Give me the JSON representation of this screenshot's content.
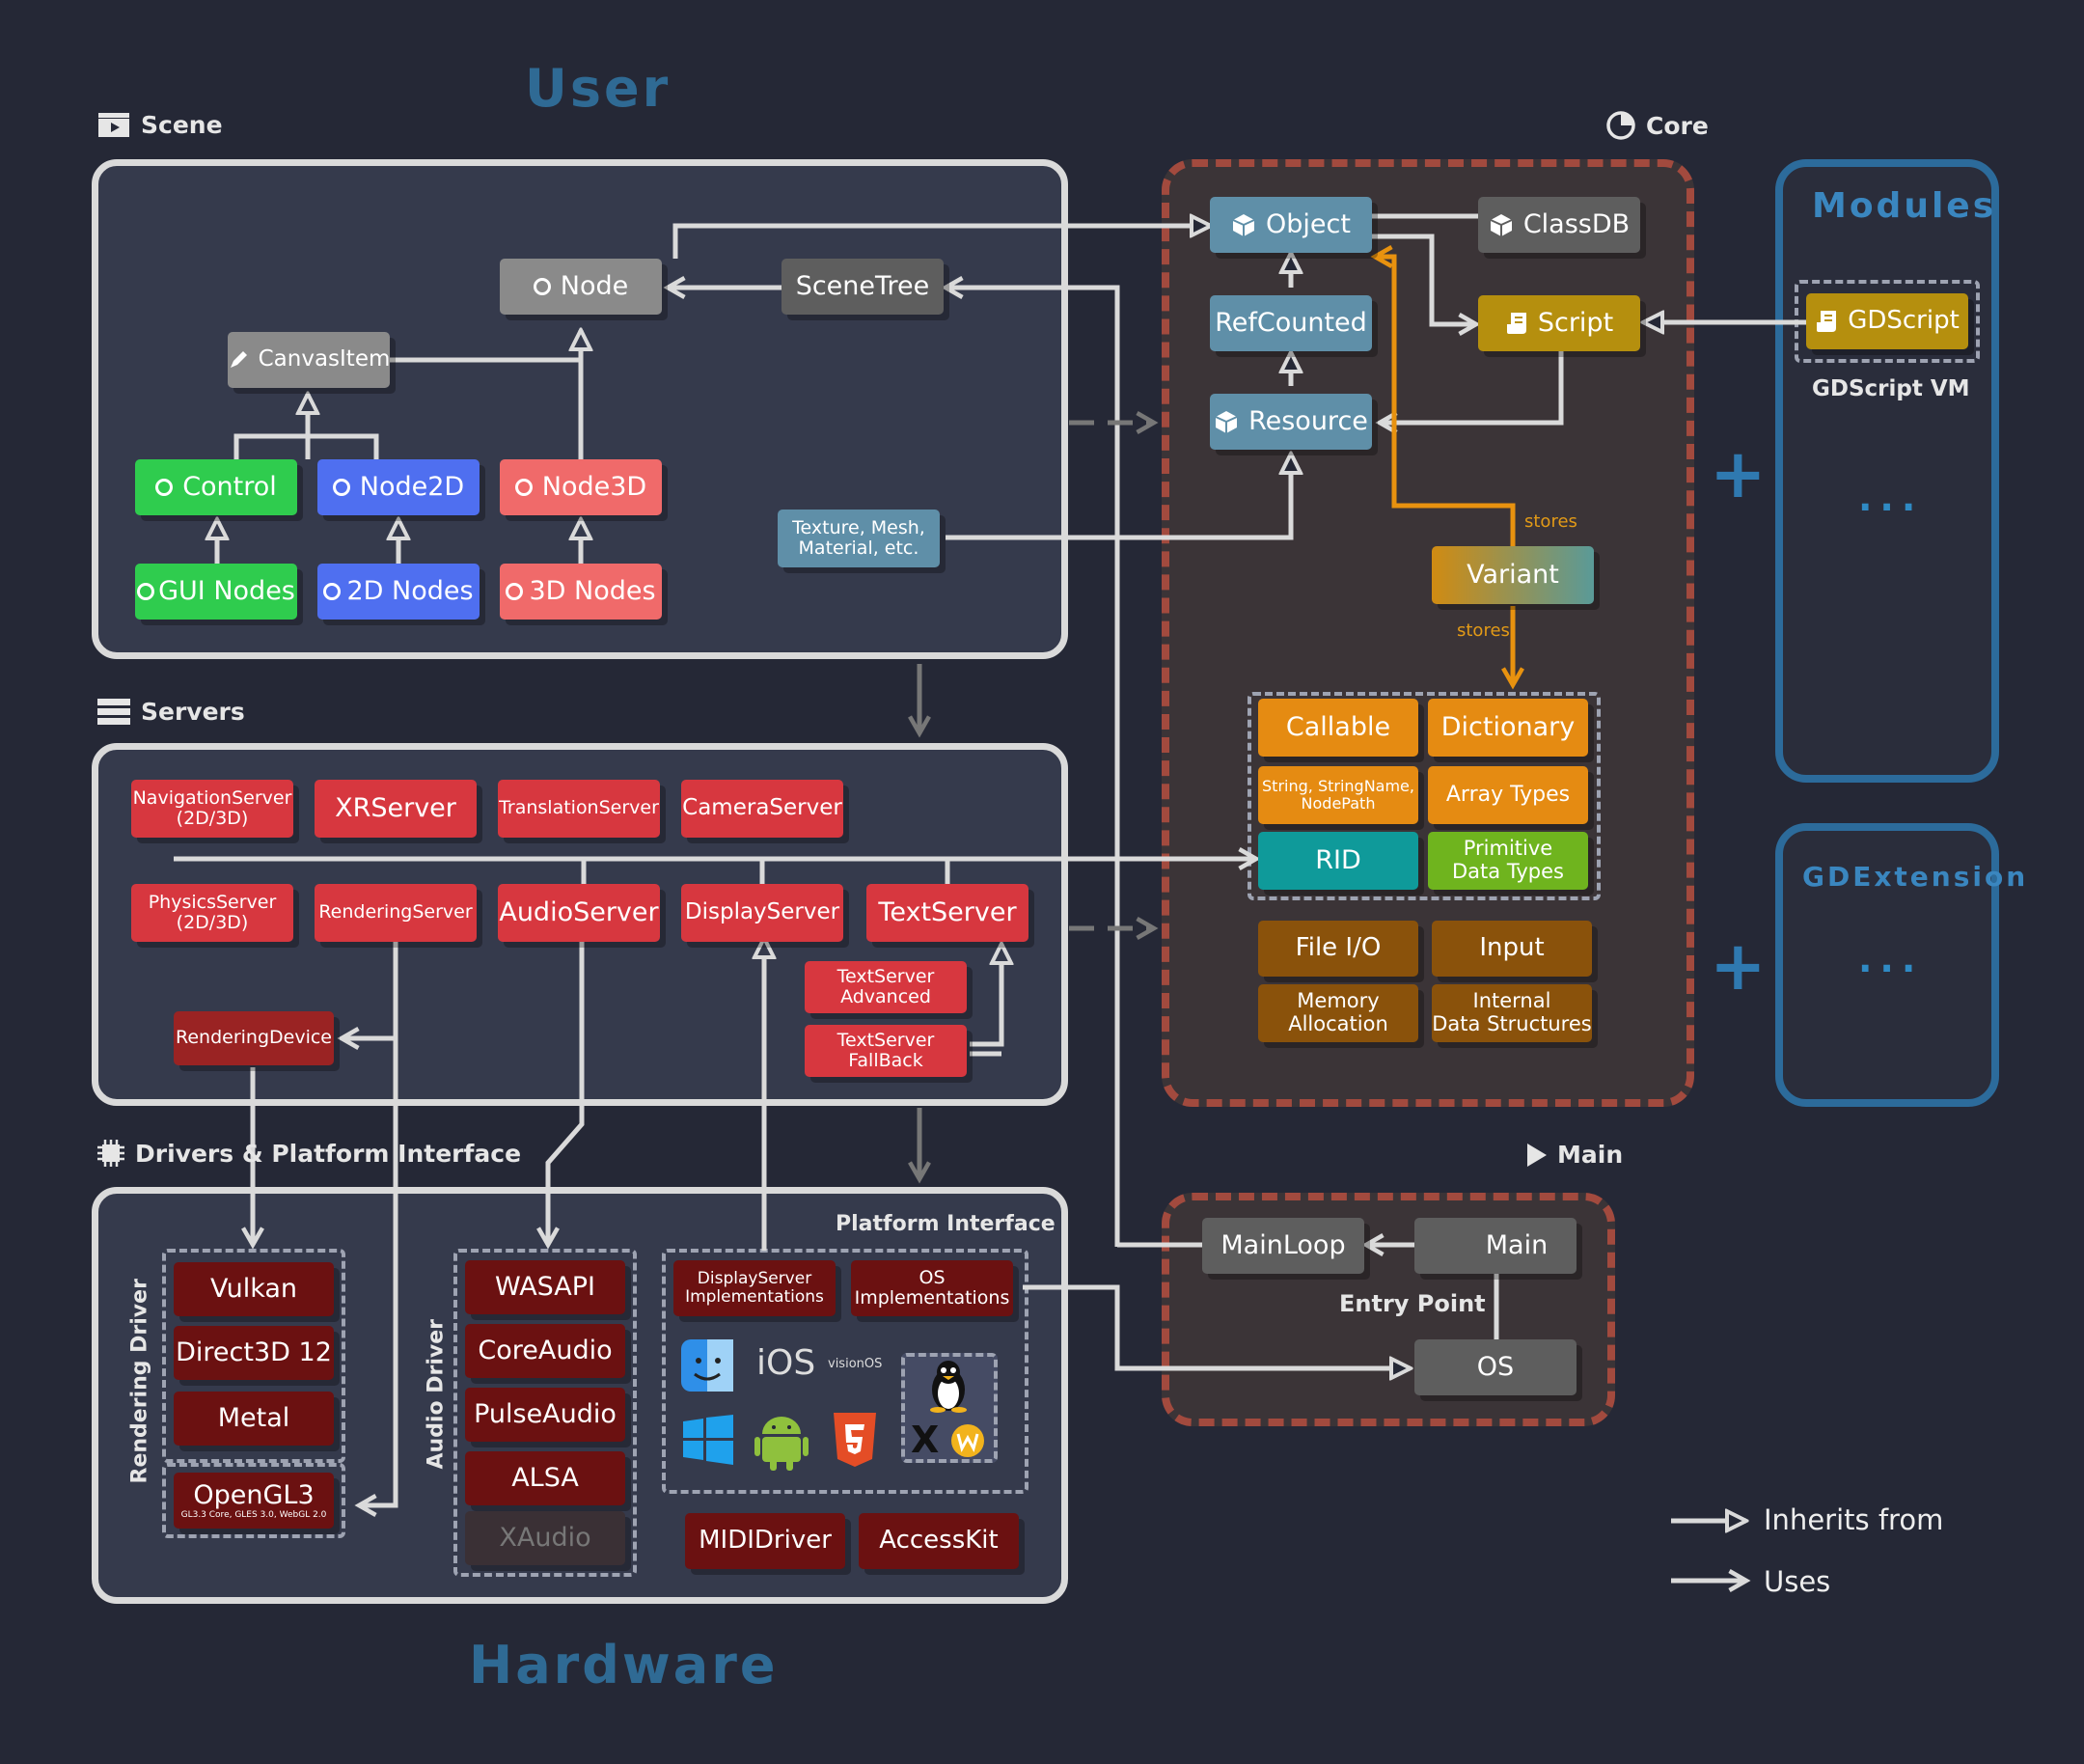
{
  "titles": {
    "user": "User",
    "hardware": "Hardware",
    "modules": "Modules",
    "gdextension": "GDExtension"
  },
  "sections": {
    "scene": "Scene",
    "servers": "Servers",
    "drivers": "Drivers & Platform Interface",
    "core": "Core",
    "main": "Main",
    "platform_interface": "Platform Interface",
    "entry_point": "Entry Point",
    "rendering_driver": "Rendering Driver",
    "audio_driver": "Audio Driver",
    "gdscript_vm": "GDScript VM"
  },
  "scene": {
    "node": "Node",
    "scenetree": "SceneTree",
    "canvasitem": "CanvasItem",
    "control": "Control",
    "node2d": "Node2D",
    "node3d": "Node3D",
    "gui_nodes": "GUI Nodes",
    "nodes_2d": "2D Nodes",
    "nodes_3d": "3D Nodes",
    "texture": "Texture, Mesh,\nMaterial, etc."
  },
  "core": {
    "object": "Object",
    "classdb": "ClassDB",
    "refcounted": "RefCounted",
    "script": "Script",
    "resource": "Resource",
    "variant": "Variant",
    "stores1": "stores",
    "stores2": "stores",
    "callable": "Callable",
    "dictionary": "Dictionary",
    "string": "String, StringName,\nNodePath",
    "array": "Array Types",
    "rid": "RID",
    "primitive": "Primitive\nData Types",
    "fileio": "File I/O",
    "input": "Input",
    "memory": "Memory\nAllocation",
    "internal": "Internal\nData Structures"
  },
  "modules": {
    "gdscript": "GDScript",
    "dots": "..."
  },
  "gdextension": {
    "dots": "..."
  },
  "servers": {
    "navigation": "NavigationServer\n(2D/3D)",
    "xr": "XRServer",
    "translation": "TranslationServer",
    "camera": "CameraServer",
    "physics": "PhysicsServer\n(2D/3D)",
    "rendering": "RenderingServer",
    "audio": "AudioServer",
    "display": "DisplayServer",
    "text": "TextServer",
    "text_adv": "TextServer\nAdvanced",
    "text_fb": "TextServer\nFallBack",
    "rendering_device": "RenderingDevice"
  },
  "drivers": {
    "vulkan": "Vulkan",
    "d3d12": "Direct3D 12",
    "metal": "Metal",
    "opengl": "OpenGL3",
    "opengl_sub": "GL3.3 Core, GLES 3.0, WebGL 2.0",
    "wasapi": "WASAPI",
    "coreaudio": "CoreAudio",
    "pulseaudio": "PulseAudio",
    "alsa": "ALSA",
    "xaudio": "XAudio",
    "ds_impl": "DisplayServer\nImplementations",
    "os_impl": "OS\nImplementations",
    "ios": "iOS",
    "visionos": "visionOS",
    "mididriver": "MIDIDriver",
    "accesskit": "AccessKit"
  },
  "main": {
    "mainloop": "MainLoop",
    "main": "Main",
    "os": "OS"
  },
  "legend": {
    "inherits": "Inherits from",
    "uses": "Uses"
  },
  "colors": {
    "background": "#252836",
    "panel": "#353a4c",
    "server": "#d7373f",
    "driver": "#6b1111",
    "core_blue": "#5f8fa8",
    "core_orange": "#e58b12",
    "script_gold": "#b58f0e",
    "teal": "#0f9a9a",
    "green": "#6fb41e",
    "control": "#2fcc4e",
    "node2d": "#4f6ff0",
    "node3d": "#f06a6a",
    "gray": "#8a8a8a",
    "core_border": "#a24a3e",
    "modules_border": "#2c6b9b"
  }
}
